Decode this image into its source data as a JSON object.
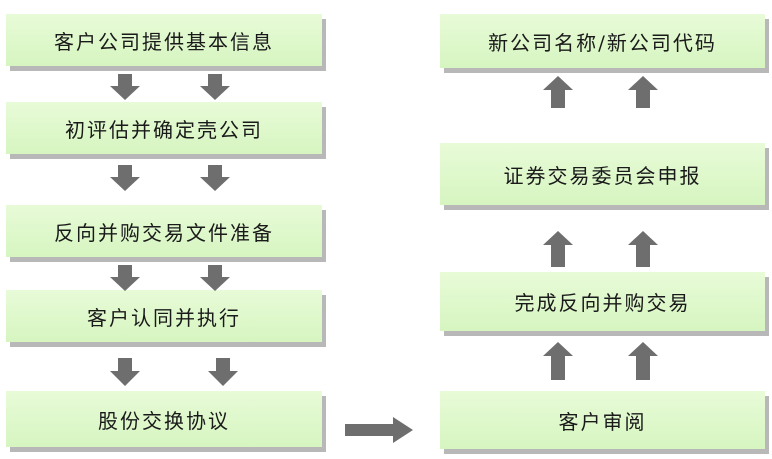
{
  "left_steps": [
    {
      "label": "客户公司提供基本信息"
    },
    {
      "label": "初评估并确定壳公司"
    },
    {
      "label": "反向并购交易文件准备"
    },
    {
      "label": "客户认同并执行"
    },
    {
      "label": "股份交换协议"
    }
  ],
  "right_steps": [
    {
      "label": "新公司名称/新公司代码"
    },
    {
      "label": "证券交易委员会申报"
    },
    {
      "label": "完成反向并购交易"
    },
    {
      "label": "客户审阅"
    }
  ],
  "colors": {
    "box_fill": "#d6f5c0",
    "shadow": "#b8b8b8",
    "arrow": "#6e6e6e"
  }
}
